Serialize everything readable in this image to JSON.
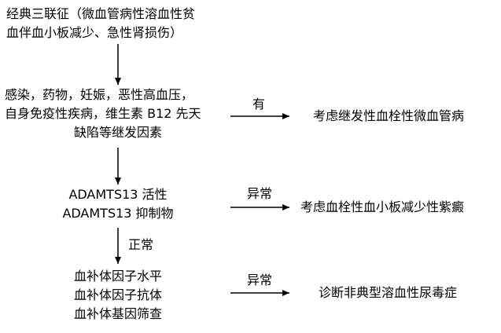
{
  "nodes": {
    "triad_line1": "经典三联征（微血管病性溶血性贫",
    "triad_line2": "血伴血小板减少、急性肾损伤）",
    "secondary_line1": "感染，药物，妊娠，恶性高血压，",
    "secondary_line2": "自身免疫性疾病，维生素 B12 先天",
    "secondary_line3": "缺陷等继发因素",
    "adamts_line1": "ADAMTS13 活性",
    "adamts_line2": "ADAMTS13 抑制物",
    "complement_line1": "血补体因子水平",
    "complement_line2": "血补体因子抗体",
    "complement_line3": "血补体基因筛查"
  },
  "labels": {
    "yes": "有",
    "abnormal1": "异常",
    "normal": "正常",
    "abnormal2": "异常"
  },
  "results": {
    "secondary_tma": "考虑继发性血栓性微血管病",
    "ttp": "考虑血栓性血小板减少性紫癜",
    "ahus": "诊断非典型溶血性尿毒症"
  },
  "colors": {
    "text": "#000000",
    "line": "#000000",
    "background": "#ffffff"
  }
}
